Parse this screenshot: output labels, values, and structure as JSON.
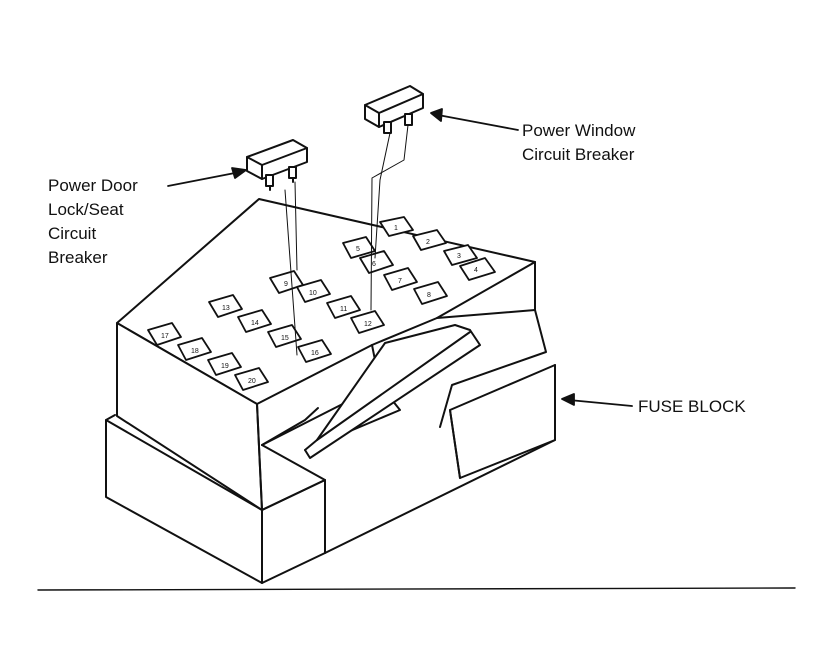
{
  "labels": {
    "door_breaker": [
      "Power Door",
      "Lock/Seat",
      "Circuit",
      "Breaker"
    ],
    "window_breaker": [
      "Power Window",
      "Circuit Breaker"
    ],
    "fuse_block": "FUSE BLOCK"
  },
  "fuse_numbers": [
    "1",
    "2",
    "3",
    "4",
    "5",
    "6",
    "7",
    "8",
    "9",
    "10",
    "11",
    "12",
    "13",
    "14",
    "15",
    "16",
    "17",
    "18",
    "19",
    "20"
  ],
  "colors": {
    "ink": "#111111",
    "paper": "#ffffff"
  }
}
